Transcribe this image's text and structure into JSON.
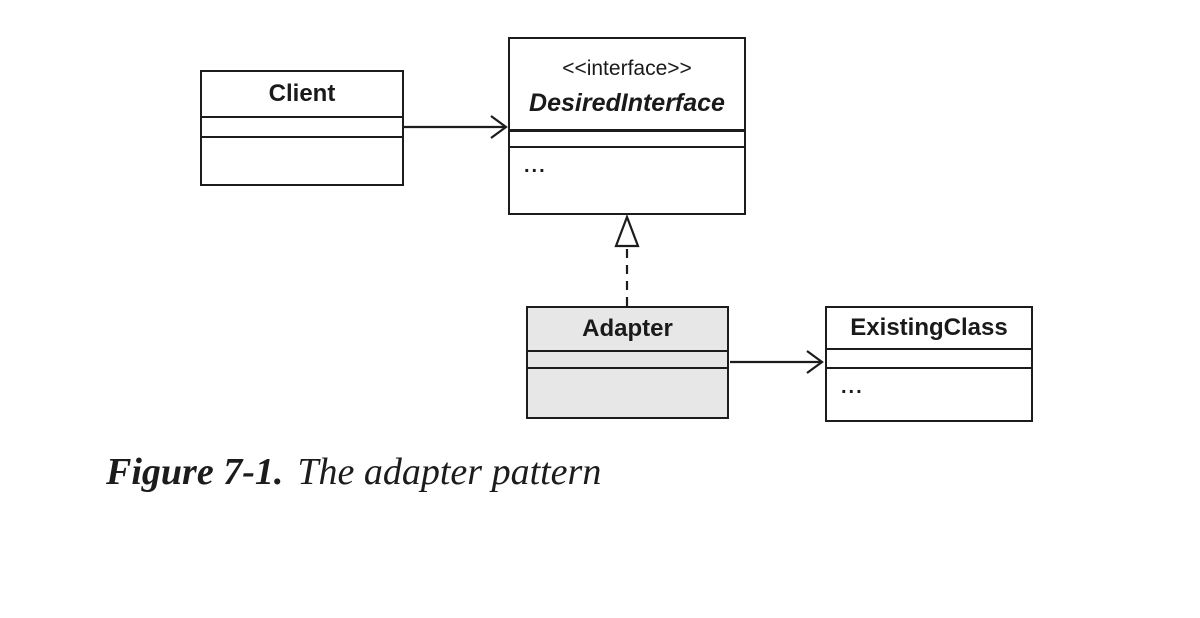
{
  "figure": {
    "caption_label": "Figure 7-1.",
    "caption_text": "The adapter pattern"
  },
  "classes": {
    "client": {
      "name": "Client"
    },
    "desired_interface": {
      "stereotype": "<<interface>>",
      "name": "DesiredInterface",
      "body": "..."
    },
    "adapter": {
      "name": "Adapter",
      "fill": "#e7e7e7"
    },
    "existing_class": {
      "name": "ExistingClass",
      "body": "..."
    }
  },
  "relationships": [
    {
      "from": "Client",
      "to": "DesiredInterface",
      "type": "association",
      "line": "solid",
      "arrowhead": "open"
    },
    {
      "from": "Adapter",
      "to": "DesiredInterface",
      "type": "realization",
      "line": "dashed",
      "arrowhead": "hollow-triangle"
    },
    {
      "from": "Adapter",
      "to": "ExistingClass",
      "type": "association",
      "line": "solid",
      "arrowhead": "open"
    }
  ],
  "colors": {
    "line": "#1c1c1c",
    "adapter_fill": "#e7e7e7",
    "background": "#ffffff"
  }
}
